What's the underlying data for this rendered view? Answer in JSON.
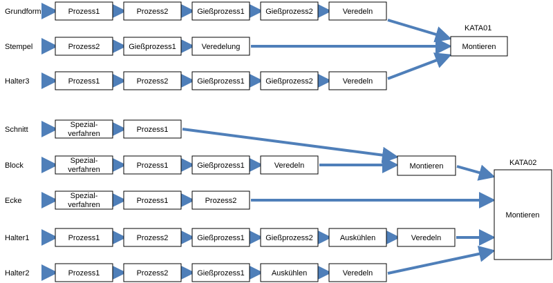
{
  "arrow_color": "#4f7fb9",
  "box_border": "#000000",
  "rows": [
    {
      "label": "Grundform",
      "steps": [
        "Prozess1",
        "Prozess2",
        "Gießprozess1",
        "Gießprozess2",
        "Veredeln"
      ]
    },
    {
      "label": "Stempel",
      "steps": [
        "Prozess2",
        "Gießprozess1",
        "Veredelung"
      ]
    },
    {
      "label": "Halter3",
      "steps": [
        "Prozess1",
        "Prozess2",
        "Gießprozess1",
        "Gießprozess2",
        "Veredeln"
      ]
    },
    {
      "label": "Schnitt",
      "steps": [
        "Spezial-\nverfahren",
        "Prozess1"
      ]
    },
    {
      "label": "Block",
      "steps": [
        "Spezial-\nverfahren",
        "Prozess1",
        "Gießprozess1",
        "Veredeln"
      ]
    },
    {
      "label": "Ecke",
      "steps": [
        "Spezial-\nverfahren",
        "Prozess1",
        "Prozess2"
      ]
    },
    {
      "label": "Halter1",
      "steps": [
        "Prozess1",
        "Prozess2",
        "Gießprozess1",
        "Gießprozess2",
        "Auskühlen",
        "Veredeln"
      ]
    },
    {
      "label": "Halter2",
      "steps": [
        "Prozess1",
        "Prozess2",
        "Gießprozess1",
        "Auskühlen",
        "Veredeln"
      ]
    }
  ],
  "targets": [
    {
      "label": "KATA01",
      "text": "Montieren"
    },
    {
      "label": "Montieren"
    },
    {
      "label": "KATA02",
      "text": "Montieren"
    }
  ]
}
